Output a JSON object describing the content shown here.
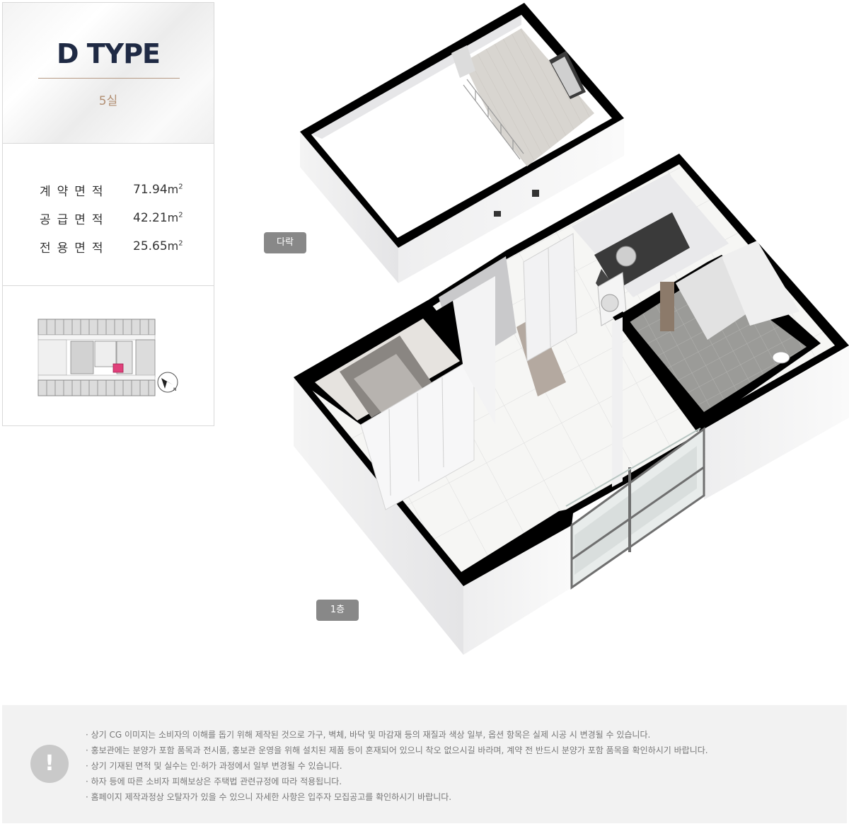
{
  "header": {
    "type_title": "D TYPE",
    "unit_count": "5실"
  },
  "areas": [
    {
      "label": "계약면적",
      "value": "71.94",
      "unit": "m",
      "unit_sup": "2"
    },
    {
      "label": "공급면적",
      "value": "42.21",
      "unit": "m",
      "unit_sup": "2"
    },
    {
      "label": "전용면적",
      "value": "25.65",
      "unit": "m",
      "unit_sup": "2"
    }
  ],
  "plan": {
    "attic_label": "다락",
    "first_floor_label": "1층"
  },
  "notice": {
    "icon_glyph": "!",
    "items": [
      "· 상기 CG 이미지는 소비자의 이해를 돕기 위해 제작된 것으로 가구, 벽체, 바닥 및 마감재 등의 재질과 색상 일부, 옵션 항목은 실제 시공 시 변경될 수 있습니다.",
      "· 홍보관에는 분양가 포함 품목과 전시품, 홍보관 운영을 위해 설치된 제품 등이 혼재되어 있으니 착오 없으시길 바라며, 계약 전 반드시 분양가 포함 품목을 확인하시기 바랍니다.",
      "· 상기 기재된 면적 및 실수는 인·허가 과정에서 일부 변경될 수 있습니다.",
      "· 하자 등에 따른 소비자 피해보상은 주택법 관련규정에 따라 적용됩니다.",
      "· 홈페이지 제작과정상 오탈자가 있을 수 있으니 자세한 사항은 입주자 모집공고를 확인하시기 바랍니다."
    ]
  },
  "colors": {
    "title": "#1f2a44",
    "accent": "#b28f73",
    "highlight_unit": "#e0407a",
    "tag_bg": "#888888",
    "notice_bg": "#f2f2f2"
  }
}
